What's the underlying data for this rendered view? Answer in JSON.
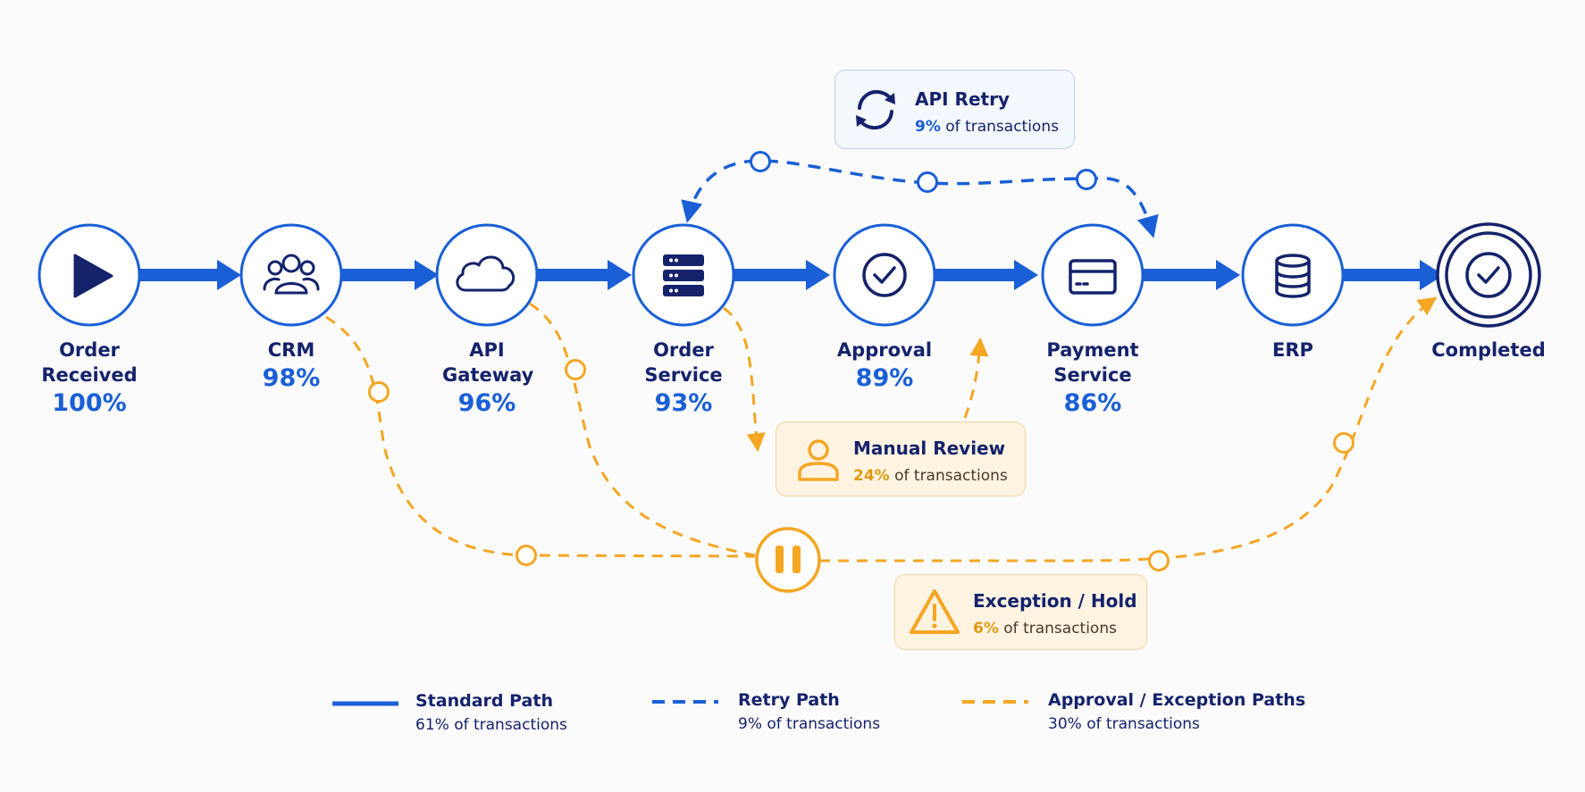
{
  "colors": {
    "primary": "#1a5fd6",
    "navy": "#14236b",
    "orange": "#f5a623",
    "background": "#fbfbfc"
  },
  "nodes": [
    {
      "label": "Order Received",
      "pct": "100%",
      "icon": "play-icon"
    },
    {
      "label": "CRM",
      "pct": "98%",
      "icon": "users-icon"
    },
    {
      "label": "API Gateway",
      "pct": "96%",
      "icon": "cloud-icon"
    },
    {
      "label": "Order Service",
      "pct": "93%",
      "icon": "server-icon"
    },
    {
      "label": "Approval",
      "pct": "89%",
      "icon": "check-circle-icon"
    },
    {
      "label": "Payment Service",
      "pct": "86%",
      "icon": "credit-card-icon"
    },
    {
      "label": "ERP",
      "pct": "",
      "icon": "database-icon"
    },
    {
      "label": "Completed",
      "pct": "",
      "icon": "check-circle-icon"
    }
  ],
  "callouts": {
    "api_retry": {
      "title": "API Retry",
      "pct": "9%",
      "suffix": "of transactions",
      "icon": "refresh-icon"
    },
    "manual_review": {
      "title": "Manual Review",
      "pct": "24%",
      "suffix": "of transactions",
      "icon": "user-icon"
    },
    "exception_hold": {
      "title": "Exception / Hold",
      "pct": "6%",
      "suffix": "of transactions",
      "icon": "warning-icon"
    }
  },
  "hold_node": {
    "icon": "pause-icon"
  },
  "legend": [
    {
      "title": "Standard Path",
      "sub": "61% of transactions",
      "style": "solid-blue"
    },
    {
      "title": "Retry Path",
      "sub": "9% of transactions",
      "style": "dashed-blue"
    },
    {
      "title": "Approval / Exception Paths",
      "sub": "30% of transactions",
      "style": "dashed-orange"
    }
  ]
}
